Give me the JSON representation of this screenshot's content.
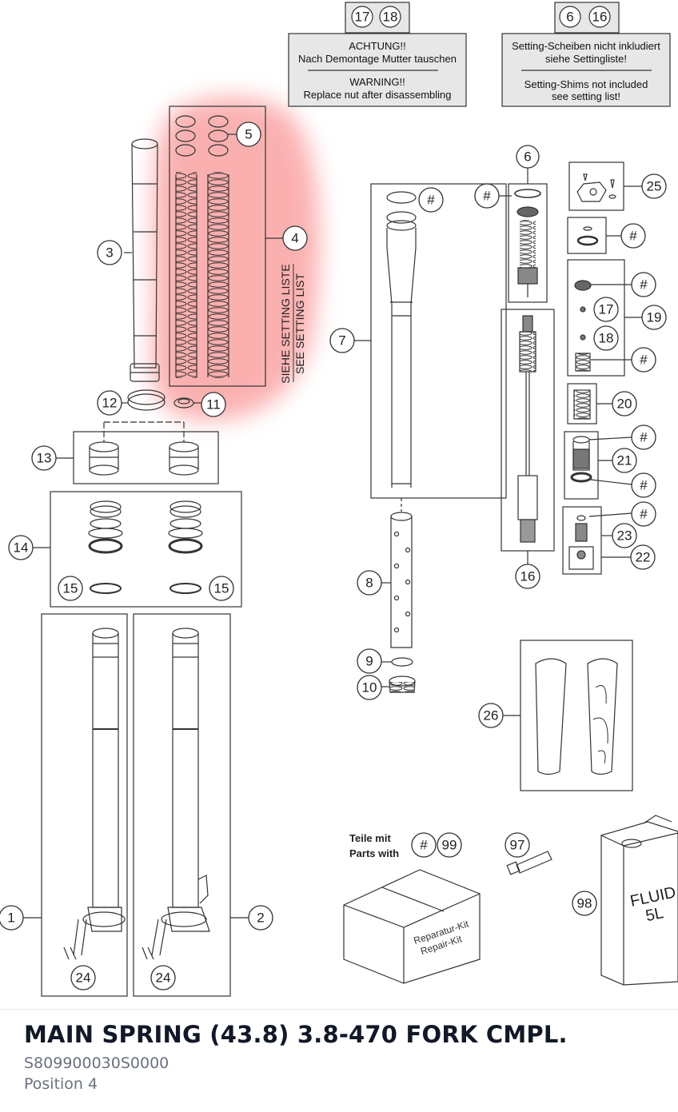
{
  "notice_left": {
    "tags": [
      "17",
      "18"
    ],
    "de_title": "ACHTUNG!!",
    "de_text": "Nach Demontage Mutter tauschen",
    "en_title": "WARNING!!",
    "en_text": "Replace nut after disassembling"
  },
  "notice_right": {
    "tags": [
      "6",
      "16"
    ],
    "de_line1": "Setting-Scheiben nicht inkludiert",
    "de_line2": "siehe Settingliste!",
    "en_line1": "Setting-Shims not included",
    "en_line2": "see setting list!"
  },
  "setting_list": {
    "de": "SIEHE SETTING LISTE",
    "en": "SEE SETTING LIST"
  },
  "callouts": {
    "c1": "1",
    "c2": "2",
    "c3": "3",
    "c4": "4",
    "c5": "5",
    "c6": "6",
    "c7": "7",
    "c8": "8",
    "c9": "9",
    "c10": "10",
    "c11": "11",
    "c12": "12",
    "c13": "13",
    "c14": "14",
    "c15a": "15",
    "c15b": "15",
    "c16": "16",
    "c17": "17",
    "c18": "18",
    "c19": "19",
    "c20": "20",
    "c21": "21",
    "c22": "22",
    "c23": "23",
    "c24a": "24",
    "c24b": "24",
    "c25": "25",
    "c26": "26",
    "c97": "97",
    "c98": "98",
    "c99": "99",
    "hash": "#"
  },
  "kit": {
    "label_de": "Teile mit",
    "label_en": "Parts with",
    "box_de": "Reparatur-Kit",
    "box_en": "Repair-Kit"
  },
  "fluid": {
    "line1": "FLUID",
    "line2": "5L"
  },
  "highlight_color": "#f87171",
  "caption": {
    "title": "MAIN SPRING (43.8) 3.8-470 FORK CMPL.",
    "part_number": "S809900030S0000",
    "position": "Position 4"
  }
}
